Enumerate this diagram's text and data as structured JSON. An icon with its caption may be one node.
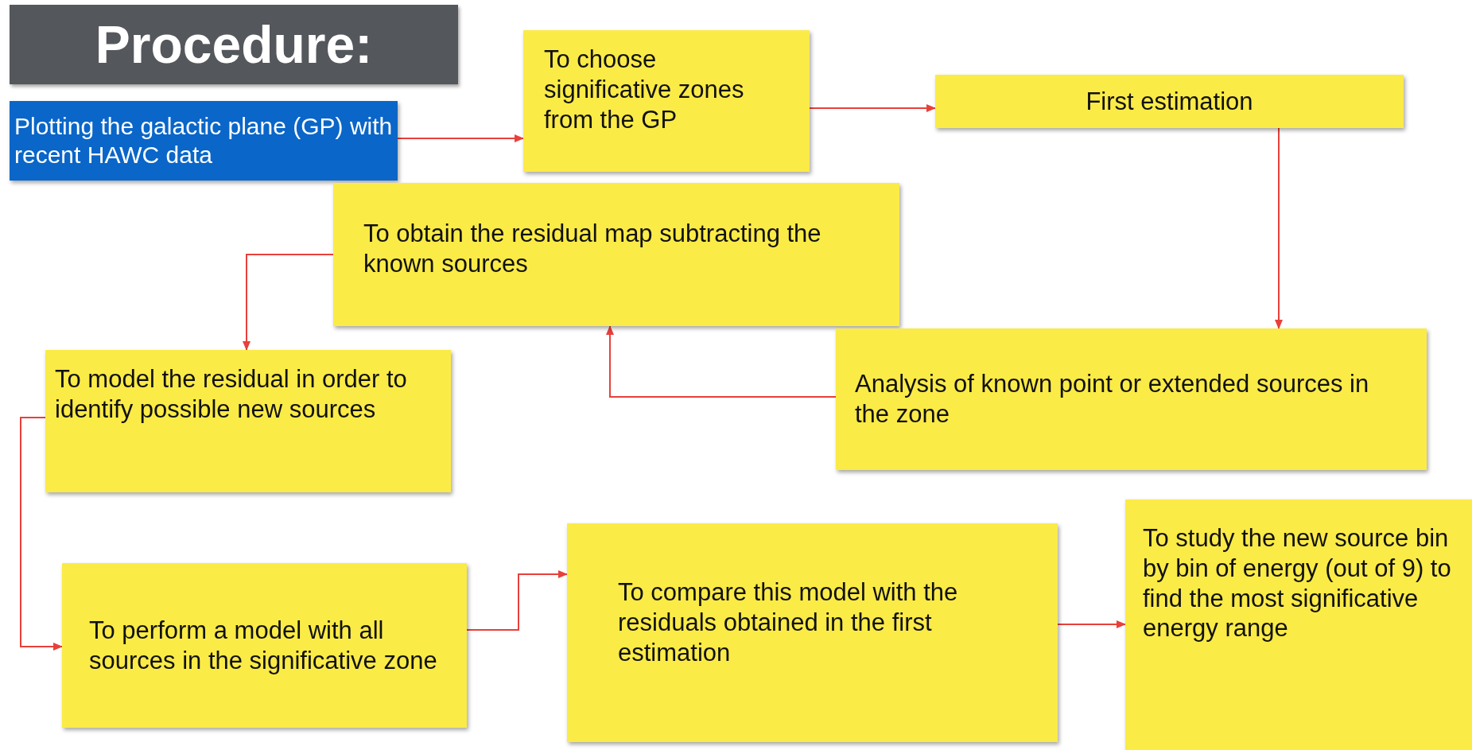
{
  "diagram": {
    "title": "Procedure:",
    "nodes": [
      {
        "text": [
          "Plotting the galactic plane (GP) with recent HAWC data"
        ]
      },
      {
        "text": [
          "To choose significative zones from the GP"
        ]
      },
      {
        "text": [
          "First estimation"
        ]
      },
      {
        "text": [
          "To obtain the residual map subtracting the known sources"
        ]
      },
      {
        "text": [
          "Analysis of known point or extended sources in the zone"
        ]
      },
      {
        "text": [
          "To model the residual in order to identify possible new sources"
        ]
      },
      {
        "text": [
          "To perform a model with all sources in the significative zone"
        ]
      },
      {
        "text": [
          "To compare this model with the residuals obtained in the first estimation"
        ]
      },
      {
        "text": [
          "To study the new source bin by bin of energy (out of 9) to find the most significative energy range"
        ]
      }
    ],
    "edges": [
      {
        "from": 0,
        "to": 1,
        "arrow": "to"
      },
      {
        "from": 1,
        "to": 2,
        "arrow": "to"
      },
      {
        "from": 2,
        "to": 4,
        "arrow": "to"
      },
      {
        "from": 4,
        "to": 3,
        "arrow": "to"
      },
      {
        "from": 3,
        "to": 5,
        "arrow": "to"
      },
      {
        "from": 5,
        "to": 6,
        "arrow": "to"
      },
      {
        "from": 6,
        "to": 7,
        "arrow": "to"
      },
      {
        "from": 7,
        "to": 8,
        "arrow": "to"
      }
    ]
  }
}
